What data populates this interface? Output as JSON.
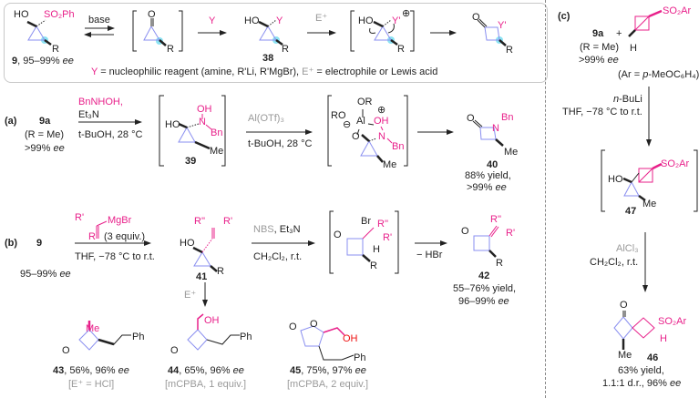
{
  "colors": {
    "accent": "#e8208a",
    "ring": "#8a8ff0",
    "highlight": "#6fdcf0",
    "gray": "#9a9a9a"
  },
  "top": {
    "c9": {
      "ho": "HO",
      "so2ph": "SO₂Ph",
      "r": "R",
      "num": "9",
      "cap": ", 95–99% ",
      "ee": "ee"
    },
    "base": "base",
    "ketone": {
      "o": "O",
      "r": "R"
    },
    "y": "Y",
    "c38": {
      "ho": "HO",
      "y": "Y",
      "r": "R",
      "num": "38"
    },
    "e": "E⁺",
    "inter": {
      "ho": "HO",
      "y": "Y'",
      "plus": "⊕",
      "r": "R"
    },
    "prod": {
      "o": "O",
      "y": "Y'",
      "r": "R"
    },
    "legend": {
      "y": "Y",
      "t1": " = nucleophilic reagent (amine, R'Li, R'MgBr), ",
      "e": "E⁺",
      "t2": " = electrophile or Lewis acid"
    }
  },
  "a": {
    "label": "(a)",
    "sm": "9a",
    "sm_r": "(R = Me)",
    "sm_ee_v": ">99% ",
    "ee": "ee",
    "reag1": "BnNHOH,",
    "reag2": "Et₃N",
    "cond1": "t-BuOH, 28 °C",
    "c39": {
      "oh": "OH",
      "ho": "HO",
      "n": "N",
      "bn": "Bn",
      "me": "Me",
      "num": "39"
    },
    "reag3": "Al(OTf)₃",
    "cond2": "t-BuOH, 28 °C",
    "inter": {
      "or": "OR",
      "ro": "RO",
      "minus": "⊖",
      "al": "Al",
      "oh": "OH",
      "plus": "⊕",
      "o": "O",
      "n": "N",
      "bn": "Bn",
      "me": "Me"
    },
    "c40": {
      "o": "O",
      "n": "N",
      "bn": "Bn",
      "me": "Me",
      "num": "40",
      "yield": "88% yield,",
      "ee_v": ">99% "
    }
  },
  "b": {
    "label": "(b)",
    "sm": "9",
    "sm_ee_v": "95–99% ",
    "ee": "ee",
    "reag": {
      "r1": "R'",
      "mgbr": "MgBr",
      "r2": "R''",
      "eq": "(3 equiv.)"
    },
    "cond1": "THF, −78 °C to r.t.",
    "c41": {
      "r2": "R''",
      "r1": "R'",
      "ho": "HO",
      "r": "R",
      "num": "41"
    },
    "reag2": "NBS",
    "reag2b": ", Et₃N",
    "cond2": "CH₂Cl₂, r.t.",
    "inter": {
      "br": "Br",
      "r2": "R''",
      "o": "O",
      "r1": "R'",
      "h": "H",
      "r": "R"
    },
    "hbr": "− HBr",
    "c42": {
      "r2": "R''",
      "o": "O",
      "r1": "R'",
      "r": "R",
      "num": "42",
      "yield": "55–76% yield,",
      "ee_v": "96–99% "
    },
    "e": "E⁺",
    "c43": {
      "me": "Me",
      "ph": "Ph",
      "o": "O",
      "num": "43",
      "cap": ", 56%, 96% ",
      "note": "[E⁺ = HCl]"
    },
    "c44": {
      "oh": "OH",
      "ph": "Ph",
      "o": "O",
      "num": "44",
      "cap": ", 65%, 96% ",
      "note": "[mCPBA, 1 equiv.]"
    },
    "c45": {
      "o1": "O",
      "o2": "O",
      "oh": "OH",
      "ph": "Ph",
      "num": "45",
      "cap": ", 75%, 97% ",
      "note": "[mCPBA, 2 equiv.]"
    }
  },
  "c": {
    "label": "(c)",
    "sm": "9a",
    "plus": "+",
    "sm_r": "(R = Me)",
    "sm_ee_v": ">99% ",
    "ee": "ee",
    "so2ar": "SO₂Ar",
    "h": "H",
    "ar_def1": "(Ar = ",
    "ar_p": "p",
    "ar_def2": "-MeOC₆H₄)",
    "reag1_n": "n",
    "reag1": "-BuLi",
    "cond1": "THF, −78 °C to r.t.",
    "c47": {
      "so2ar": "SO₂Ar",
      "ho": "HO",
      "me": "Me",
      "num": "47"
    },
    "reag2": "AlCl₃",
    "cond2": "CH₂Cl₂, r.t.",
    "c46": {
      "o": "O",
      "so2ar": "SO₂Ar",
      "h": "H",
      "me": "Me",
      "num": "46",
      "yield": "63% yield,",
      "cap": "1.1:1 d.r., 96% "
    }
  }
}
